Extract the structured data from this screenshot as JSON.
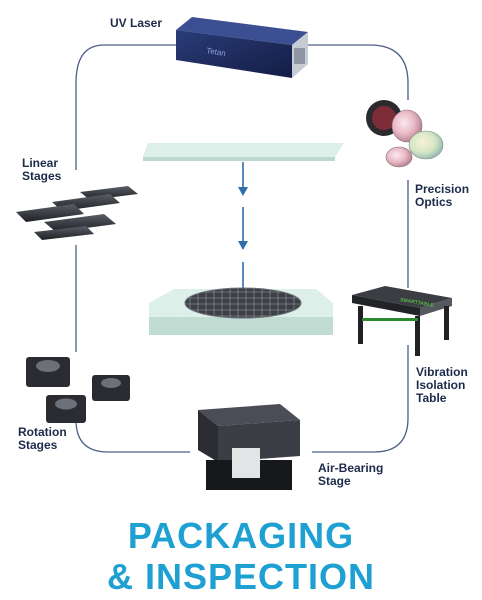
{
  "diagram": {
    "title_line1": "PACKAGING",
    "title_line2": "& INSPECTION",
    "laser_brand": "Tetan",
    "vibration_table_brand": "SMARTTABLE",
    "components": {
      "uv_laser": "UV Laser",
      "precision_optics": [
        "Precision",
        "Optics"
      ],
      "vibration_isolation_table": [
        "Vibration",
        "Isolation",
        "Table"
      ],
      "air_bearing_stage": [
        "Air-Bearing",
        "Stage"
      ],
      "rotation_stages": [
        "Rotation",
        "Stages"
      ],
      "linear_stages": [
        "Linear",
        "Stages"
      ]
    }
  },
  "colors": {
    "title": "#1ea1d2",
    "label": "#1c2b4a",
    "loop_line": "#4d5f86",
    "arrow": "#2f6ea8",
    "plate_top": "#dcefe8",
    "plate_side": "#bcd8cf"
  }
}
